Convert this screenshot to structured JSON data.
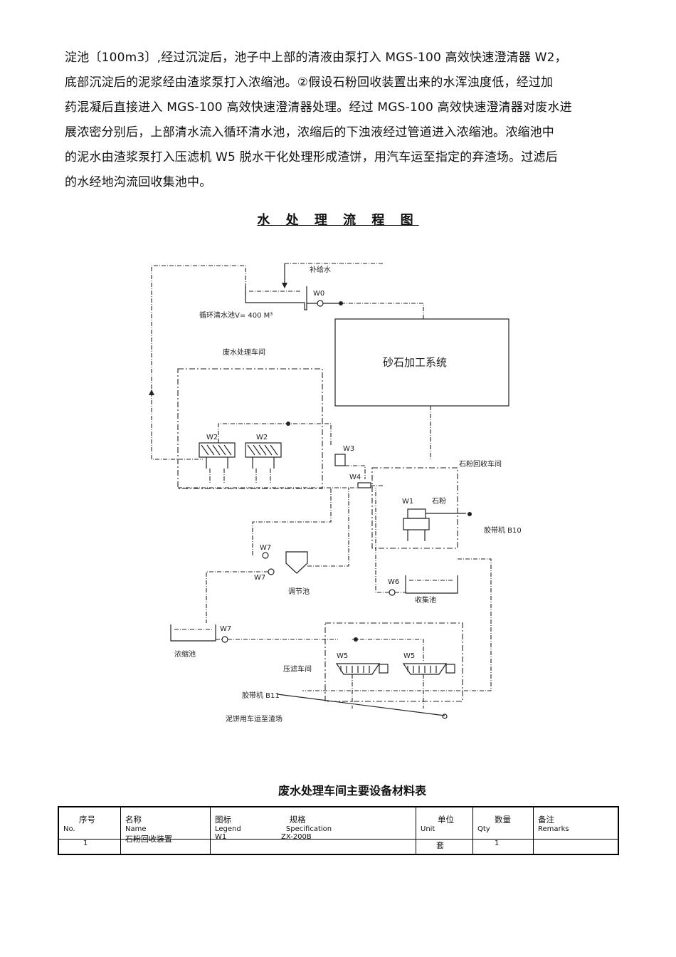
{
  "paragraph": {
    "line1": "淀池〔100m3〕,经过沉淀后，池子中上部的清液由泵打入 MGS-100  高效快速澄清器 W2，",
    "line2": "底部沉淀后的泥浆经由渣浆泵打入浓缩池。②假设石粉回收装置出来的水浑浊度低，经过加",
    "line3": "药混凝后直接进入  MGS-100 高效快速澄清器处理。经过  MGS-100 高效快速澄清器对废水进",
    "line4": "展浓密分别后，上部清水流入循环清水池，浓缩后的下浊液经过管道进入浓缩池。浓缩池中",
    "line5": "的泥水由渣浆泵打入压滤机 W5 脱水干化处理形成渣饼，用汽车运至指定的弃渣场。过滤后",
    "line6": "的水经地沟流回收集池中。"
  },
  "diagram": {
    "title": "水 处 理 流 程 图",
    "labels": {
      "makeup_water": "补给水",
      "w0": "W0",
      "circ_pool": "循环清水池V= 400 M³",
      "sand_system": "砂石加工系统",
      "wastewater_workshop": "废水处理车间",
      "w2a": "W2",
      "w2b": "W2",
      "w3": "W3",
      "w4": "W4",
      "stone_recovery_workshop": "石粉回收车间",
      "w1": "W1",
      "stone_powder": "石粉",
      "belt_b10": "胶带机 B10",
      "w7a": "W7",
      "w7b": "W7",
      "adjust_pool": "调节池",
      "w6": "W6",
      "collect_pool": "收集池",
      "thick_pool": "浓缩池",
      "w7c": "W7",
      "filter_workshop": "压滤车间",
      "w5a": "W5",
      "w5b": "W5",
      "belt_b11": "胶带机 B11",
      "truck_note": "泥饼用车运至渣场"
    }
  },
  "table": {
    "title": "废水处理车间主要设备材料表",
    "headers": [
      {
        "cn": "序号",
        "en": "No."
      },
      {
        "cn": "名称",
        "en": "Name"
      },
      {
        "cn": "图标",
        "en": "Legend"
      },
      {
        "cn": "规格",
        "en": "Specification"
      },
      {
        "cn": "单位",
        "en": "Unit"
      },
      {
        "cn": "数量",
        "en": "Qty"
      },
      {
        "cn": "备注",
        "en": "Remarks"
      }
    ],
    "rows": [
      {
        "no": "1",
        "name": "石粉回收装置",
        "legend": "W1",
        "spec": "ZX-200B",
        "unit": "套",
        "qty": "1",
        "remarks": ""
      }
    ]
  }
}
